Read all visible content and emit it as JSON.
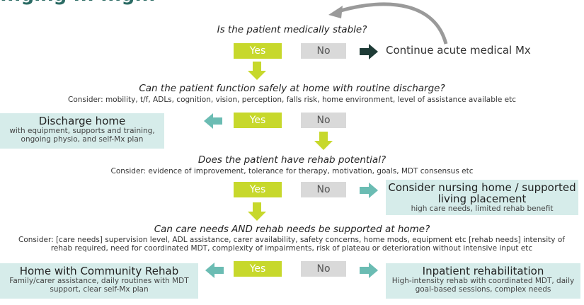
{
  "header": {
    "title_fragment": "...ging ... ...g..."
  },
  "q1": {
    "question": "Is the patient medically stable?",
    "yes": "Yes",
    "no": "No",
    "outcome": "Continue acute medical Mx"
  },
  "q2": {
    "question": "Can the patient function safely at home with routine discharge?",
    "consider": "Consider: mobility, t/f, ADLs, cognition, vision, perception, falls risk, home environment, level of assistance available etc",
    "yes": "Yes",
    "no": "No",
    "outcome_title": "Discharge home",
    "outcome_sub": "with equipment, supports and training, ongoing physio, and self-Mx plan"
  },
  "q3": {
    "question": "Does the patient have rehab potential?",
    "consider": "Consider: evidence of improvement, tolerance for therapy, motivation, goals, MDT consensus etc",
    "yes": "Yes",
    "no": "No",
    "outcome_title": "Consider nursing home / supported living placement",
    "outcome_sub": "high care needs, limited rehab benefit"
  },
  "q4": {
    "question": "Can care needs AND rehab needs be supported at home?",
    "consider": "Consider: [care needs] supervision level, ADL assistance, carer availability, safety concerns, home mods, equipment etc [rehab needs] intensity of rehab required, need for coordinated MDT, complexity of impairments, risk of plateau or deterioration without intensive input etc",
    "yes": "Yes",
    "no": "No",
    "yes_outcome_title": "Home with Community Rehab",
    "yes_outcome_sub": "Family/carer assistance, daily routines with MDT support, clear self-Mx plan",
    "no_outcome_title": "Inpatient rehabilitation",
    "no_outcome_sub": "High-intensity rehab with coordinated MDT, daily goal-based sessions, complex needs"
  },
  "colors": {
    "yes_green": "#c7d82c",
    "no_grey": "#d9d9d9",
    "arrow_teal": "#6bbcb3",
    "arrow_dark": "#1e3b36",
    "box_teal": "#d6ecea"
  }
}
